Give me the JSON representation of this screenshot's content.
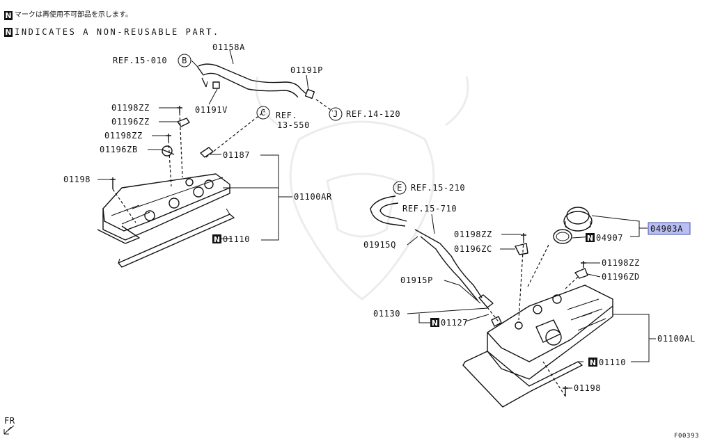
{
  "notes": {
    "jp": "マークは再使用不可部品を示します。",
    "en": "INDICATES A NON-REUSABLE PART.",
    "symbol": "N"
  },
  "circle_refs": [
    {
      "letter": "B",
      "text": "REF.15-010"
    },
    {
      "letter": "C",
      "text": "REF.",
      "text2": "13-550"
    },
    {
      "letter": "J",
      "text": "REF.14-120"
    },
    {
      "letter": "E",
      "text": "REF.15-210"
    }
  ],
  "labels": {
    "ref_15_710": "REF.15-710",
    "p01158A": "01158A",
    "p01191P": "01191P",
    "p01191V": "01191V",
    "p01198ZZ_1": "01198ZZ",
    "p01196ZZ": "01196ZZ",
    "p01198ZZ_2": "01198ZZ",
    "p01196ZB": "01196ZB",
    "p01187": "01187",
    "p01198_1": "01198",
    "p01100AR": "01100AR",
    "p01110_1": "01110",
    "p01915Q": "01915Q",
    "p01198ZZ_3": "01198ZZ",
    "p01196ZC": "01196ZC",
    "p04907": "04907",
    "p04903A": "04903A",
    "p01198ZZ_4": "01198ZZ",
    "p01196ZD": "01196ZD",
    "p01915P": "01915P",
    "p01130": "01130",
    "p01127": "01127",
    "p01100AL": "01100AL",
    "p01110_2": "01110",
    "p01198_2": "01198",
    "fr": "FR",
    "figure_id": "F00393"
  },
  "highlight": {
    "part": "04903A",
    "color": "#b8bff2"
  }
}
